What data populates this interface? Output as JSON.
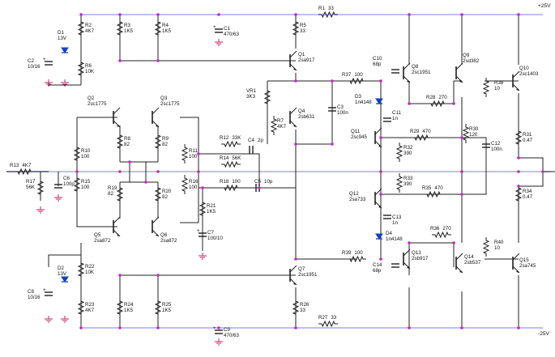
{
  "colors": {
    "wire": "#202020",
    "rail": "#a9a9ff",
    "node": "#cc22cc",
    "diode": "#1540c0",
    "ground": "#cc2266",
    "cap_plus": "#cc2266",
    "text": "#111111"
  },
  "rails": {
    "positive": "+25V",
    "negative": "-25V"
  },
  "components": {
    "R1": {
      "name": "R1",
      "value": "33"
    },
    "R2": {
      "name": "R2",
      "value": "4K7"
    },
    "R3": {
      "name": "R3",
      "value": "1K5"
    },
    "R4": {
      "name": "R4",
      "value": "1K5"
    },
    "R5": {
      "name": "R5",
      "value": "33"
    },
    "R6": {
      "name": "R6",
      "value": "10K"
    },
    "R7": {
      "name": "R7",
      "value": "4K7"
    },
    "R8": {
      "name": "R8",
      "value": "82"
    },
    "R9": {
      "name": "R9",
      "value": "82"
    },
    "R10": {
      "name": "R10",
      "value": "100"
    },
    "R11": {
      "name": "R11",
      "value": "100"
    },
    "R12": {
      "name": "R12",
      "value": "33K"
    },
    "R13": {
      "name": "R13",
      "value": "4K7"
    },
    "R14": {
      "name": "R14",
      "value": "56K"
    },
    "R15": {
      "name": "R15",
      "value": "100"
    },
    "R16": {
      "name": "R16",
      "value": "100"
    },
    "R17": {
      "name": "R17",
      "value": "56K"
    },
    "R18": {
      "name": "R18",
      "value": "100"
    },
    "R19": {
      "name": "R19",
      "value": "82"
    },
    "R20": {
      "name": "R20",
      "value": "82"
    },
    "R21": {
      "name": "R21",
      "value": "1K5"
    },
    "R22": {
      "name": "R22",
      "value": "10K"
    },
    "R23": {
      "name": "R23",
      "value": "4K7"
    },
    "R24": {
      "name": "R24",
      "value": "1K5"
    },
    "R25": {
      "name": "R25",
      "value": "1K5"
    },
    "R26": {
      "name": "R26",
      "value": "33"
    },
    "R27": {
      "name": "R27",
      "value": "33"
    },
    "R28": {
      "name": "R28",
      "value": "270"
    },
    "R29": {
      "name": "R29",
      "value": "470"
    },
    "R30": {
      "name": "R30",
      "value": "120"
    },
    "R31": {
      "name": "R31",
      "value": "0.47"
    },
    "R32": {
      "name": "R32",
      "value": "390"
    },
    "R33": {
      "name": "R33",
      "value": "390"
    },
    "R34": {
      "name": "R34",
      "value": "0.47"
    },
    "R35": {
      "name": "R35",
      "value": "470"
    },
    "R36": {
      "name": "R36",
      "value": "270"
    },
    "R37": {
      "name": "R37",
      "value": "100"
    },
    "R38": {
      "name": "R38",
      "value": "10"
    },
    "R39": {
      "name": "R39",
      "value": "100"
    },
    "R40": {
      "name": "R40",
      "value": "10"
    },
    "VR1": {
      "name": "VR1",
      "value": "3K3"
    },
    "C1": {
      "name": "C1",
      "value": "470/63"
    },
    "C2": {
      "name": "C2",
      "value": "10/16"
    },
    "C3": {
      "name": "C3",
      "value": "100n"
    },
    "C4": {
      "name": "C4",
      "value": "2p"
    },
    "C5": {
      "name": "C5",
      "value": "10p"
    },
    "C6": {
      "name": "C6",
      "value": "100p"
    },
    "C7": {
      "name": "C7",
      "value": "100/10"
    },
    "C8": {
      "name": "C8",
      "value": "10/16"
    },
    "C9": {
      "name": "C9",
      "value": "470/63"
    },
    "C10": {
      "name": "C10",
      "value": "68p"
    },
    "C11": {
      "name": "C11",
      "value": "1n"
    },
    "C12": {
      "name": "C12",
      "value": "100n"
    },
    "C13": {
      "name": "C13",
      "value": "1n"
    },
    "C14": {
      "name": "C14",
      "value": "68p"
    },
    "D1": {
      "name": "D1",
      "value": "13V"
    },
    "D2": {
      "name": "D2",
      "value": "13V"
    },
    "D3": {
      "name": "D3",
      "value": "1n4148"
    },
    "D4": {
      "name": "D4",
      "value": "1n4148"
    },
    "Q1": {
      "name": "Q1",
      "value": "2sa917"
    },
    "Q2": {
      "name": "Q2",
      "value": "2sc1775"
    },
    "Q3": {
      "name": "Q3",
      "value": "2sc1775"
    },
    "Q4": {
      "name": "Q4",
      "value": "2sb631"
    },
    "Q5": {
      "name": "Q5",
      "value": "2sa872"
    },
    "Q6": {
      "name": "Q6",
      "value": "2sa872"
    },
    "Q7": {
      "name": "Q7",
      "value": "2sc1951"
    },
    "Q8": {
      "name": "Q8",
      "value": "2sc1951"
    },
    "Q9": {
      "name": "Q9",
      "value": "2sd382"
    },
    "Q10": {
      "name": "Q10",
      "value": "2sc1403"
    },
    "Q11": {
      "name": "Q11",
      "value": "2sc945"
    },
    "Q12": {
      "name": "Q12",
      "value": "2sa733"
    },
    "Q13": {
      "name": "Q13",
      "value": "2sb917"
    },
    "Q14": {
      "name": "Q14",
      "value": "2sb537"
    },
    "Q15": {
      "name": "Q15",
      "value": "2sa745"
    }
  }
}
